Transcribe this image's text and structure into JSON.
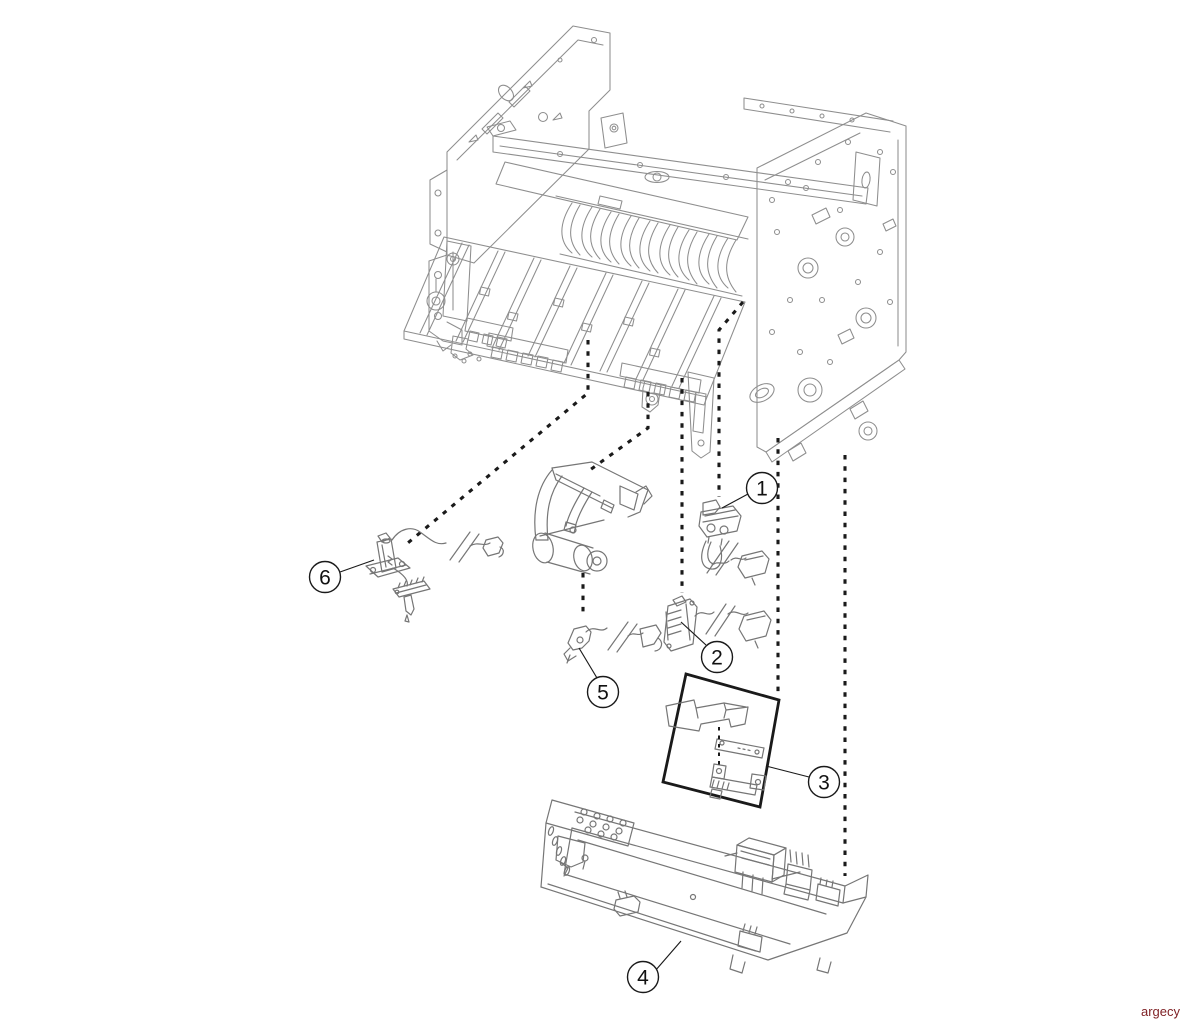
{
  "callouts": [
    {
      "label": "1"
    },
    {
      "label": "2"
    },
    {
      "label": "3"
    },
    {
      "label": "4"
    },
    {
      "label": "5"
    },
    {
      "label": "6"
    }
  ],
  "watermark": {
    "text": "argecy"
  },
  "colors": {
    "background": "#ffffff",
    "frame-line": "#8e8e8e",
    "part-line": "#767676",
    "ink": "#1a1a1a",
    "watermark": "#7e1f23"
  }
}
